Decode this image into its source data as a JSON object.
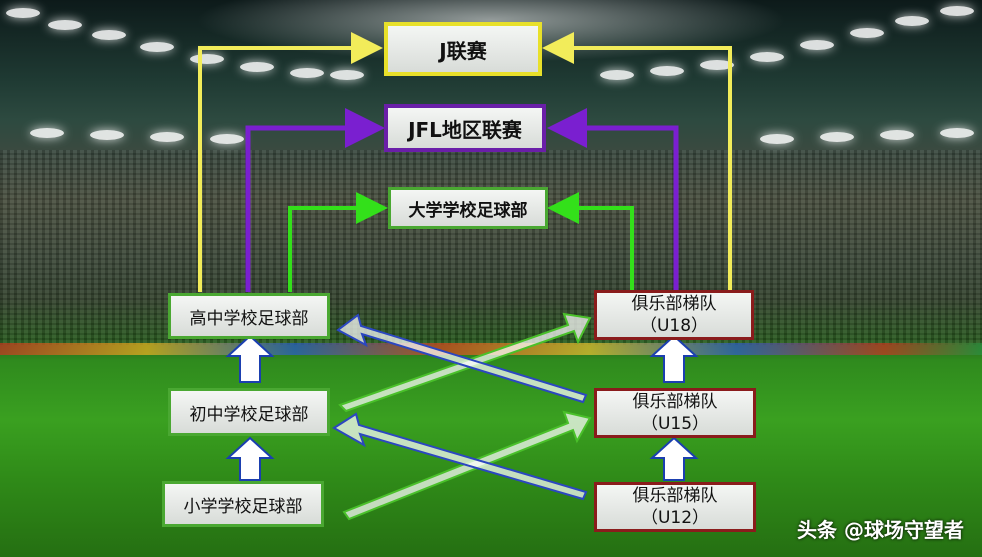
{
  "boxes": {
    "j_league": "J联赛",
    "jfl": "JFL地区联赛",
    "university": "大学学校足球部",
    "high_school": "高中学校足球部",
    "middle_school": "初中学校足球部",
    "elementary_school": "小学学校足球部",
    "u18": {
      "name": "俱乐部梯队",
      "age": "（U18）"
    },
    "u15": {
      "name": "俱乐部梯队",
      "age": "（U15）"
    },
    "u12": {
      "name": "俱乐部梯队",
      "age": "（U12）"
    }
  },
  "watermark": "头条 @球场守望者",
  "colors": {
    "j_league_line": "#f2ec5a",
    "jfl_line": "#7a1fd0",
    "university_line": "#33e01a",
    "box_green_border": "#4aa832",
    "box_red_border": "#8a1c1c"
  }
}
